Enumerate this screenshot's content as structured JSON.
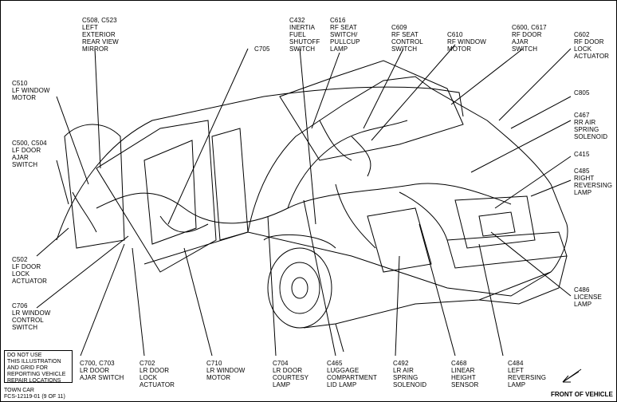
{
  "labels": {
    "c508": [
      "C508, C523",
      "LEFT",
      "EXTERIOR",
      "REAR VIEW",
      "MIRROR"
    ],
    "c705": [
      "C705"
    ],
    "c432": [
      "C432",
      "INERTIA",
      "FUEL",
      "SHUTOFF",
      "SWITCH"
    ],
    "c616": [
      "C616",
      "RF SEAT",
      "SWITCH/",
      "PULLCUP",
      "LAMP"
    ],
    "c609": [
      "C609",
      "RF SEAT",
      "CONTROL",
      "SWITCH"
    ],
    "c610": [
      "C610",
      "RF WINDOW",
      "MOTOR"
    ],
    "c600": [
      "C600, C617",
      "RF DOOR",
      "AJAR",
      "SWITCH"
    ],
    "c602": [
      "C602",
      "RF DOOR",
      "LOCK",
      "ACTUATOR"
    ],
    "c510": [
      "C510",
      "LF WINDOW",
      "MOTOR"
    ],
    "c805": [
      "C805"
    ],
    "c467": [
      "C467",
      "RR AIR",
      "SPRING",
      "SOLENOID"
    ],
    "c500": [
      "C500, C504",
      "LF DOOR",
      "AJAR",
      "SWITCH"
    ],
    "c415": [
      "C415"
    ],
    "c485": [
      "C485",
      "RIGHT",
      "REVERSING",
      "LAMP"
    ],
    "c502": [
      "C502",
      "LF DOOR",
      "LOCK",
      "ACTUATOR"
    ],
    "c486": [
      "C486",
      "LICENSE",
      "LAMP"
    ],
    "c706": [
      "C706",
      "LR WINDOW",
      "CONTROL",
      "SWITCH"
    ],
    "c700": [
      "C700, C703",
      "LR DOOR",
      "AJAR SWITCH"
    ],
    "c702": [
      "C702",
      "LR DOOR",
      "LOCK",
      "ACTUATOR"
    ],
    "c710": [
      "C710",
      "LR WINDOW",
      "MOTOR"
    ],
    "c704": [
      "C704",
      "LR DOOR",
      "COURTESY",
      "LAMP"
    ],
    "c465": [
      "C465",
      "LUGGAGE",
      "COMPARTMENT",
      "LID LAMP"
    ],
    "c492": [
      "C492",
      "LR AIR",
      "SPRING",
      "SOLENOID"
    ],
    "c468": [
      "C468",
      "LINEAR",
      "HEIGHT",
      "SENSOR"
    ],
    "c484": [
      "C484",
      "LEFT",
      "REVERSING",
      "LAMP"
    ]
  },
  "notice": [
    "DO NOT USE",
    "THIS ILLUSTRATION",
    "AND GRID FOR",
    "REPORTING VEHICLE",
    "REPAIR LOCATIONS"
  ],
  "footer": {
    "model": "TOWN CAR",
    "code": "FCS-12119-01  (9 OF 11)"
  },
  "front_label": "FRONT OF VEHICLE"
}
